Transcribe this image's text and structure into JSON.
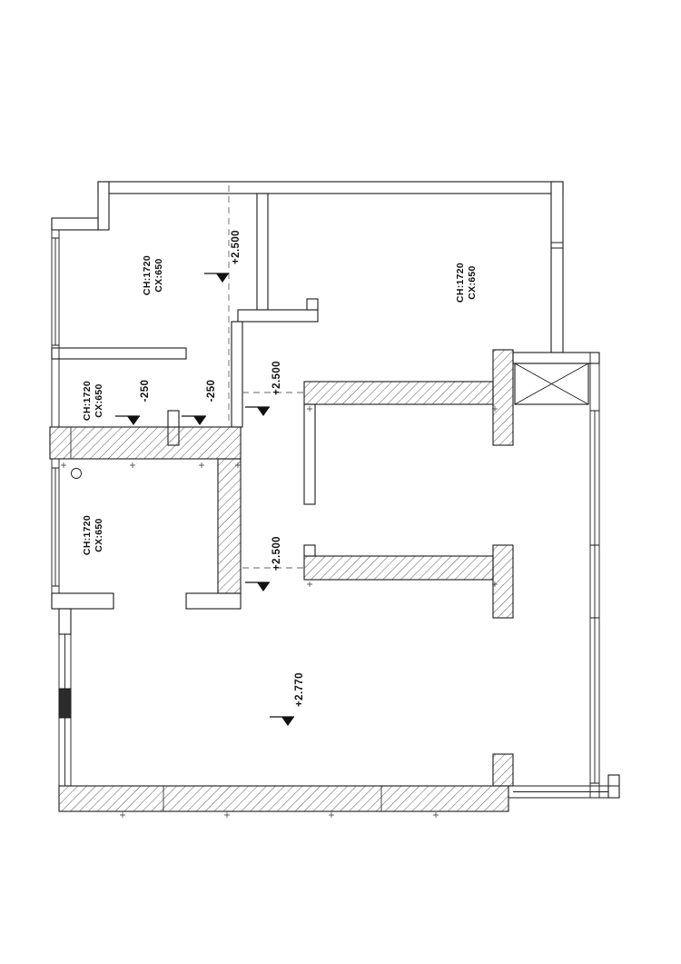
{
  "drawing": {
    "type": "architectural-floor-plan",
    "colors": {
      "line": "#1a1a1a",
      "background": "#ffffff"
    },
    "elevations": [
      {
        "label": "+2.500"
      },
      {
        "label": "+2.500"
      },
      {
        "label": "+2.500"
      },
      {
        "label": "+2.770"
      }
    ],
    "level_offsets": [
      {
        "label": "-250"
      },
      {
        "label": "-250"
      }
    ],
    "room_labels": [
      {
        "line1": "CH:1720",
        "line2": "CX:650"
      },
      {
        "line1": "CH:1720",
        "line2": "CX:650"
      },
      {
        "line1": "CH:1720",
        "line2": "CX:650"
      },
      {
        "line1": "CH:1720",
        "line2": "CX:650"
      }
    ]
  }
}
